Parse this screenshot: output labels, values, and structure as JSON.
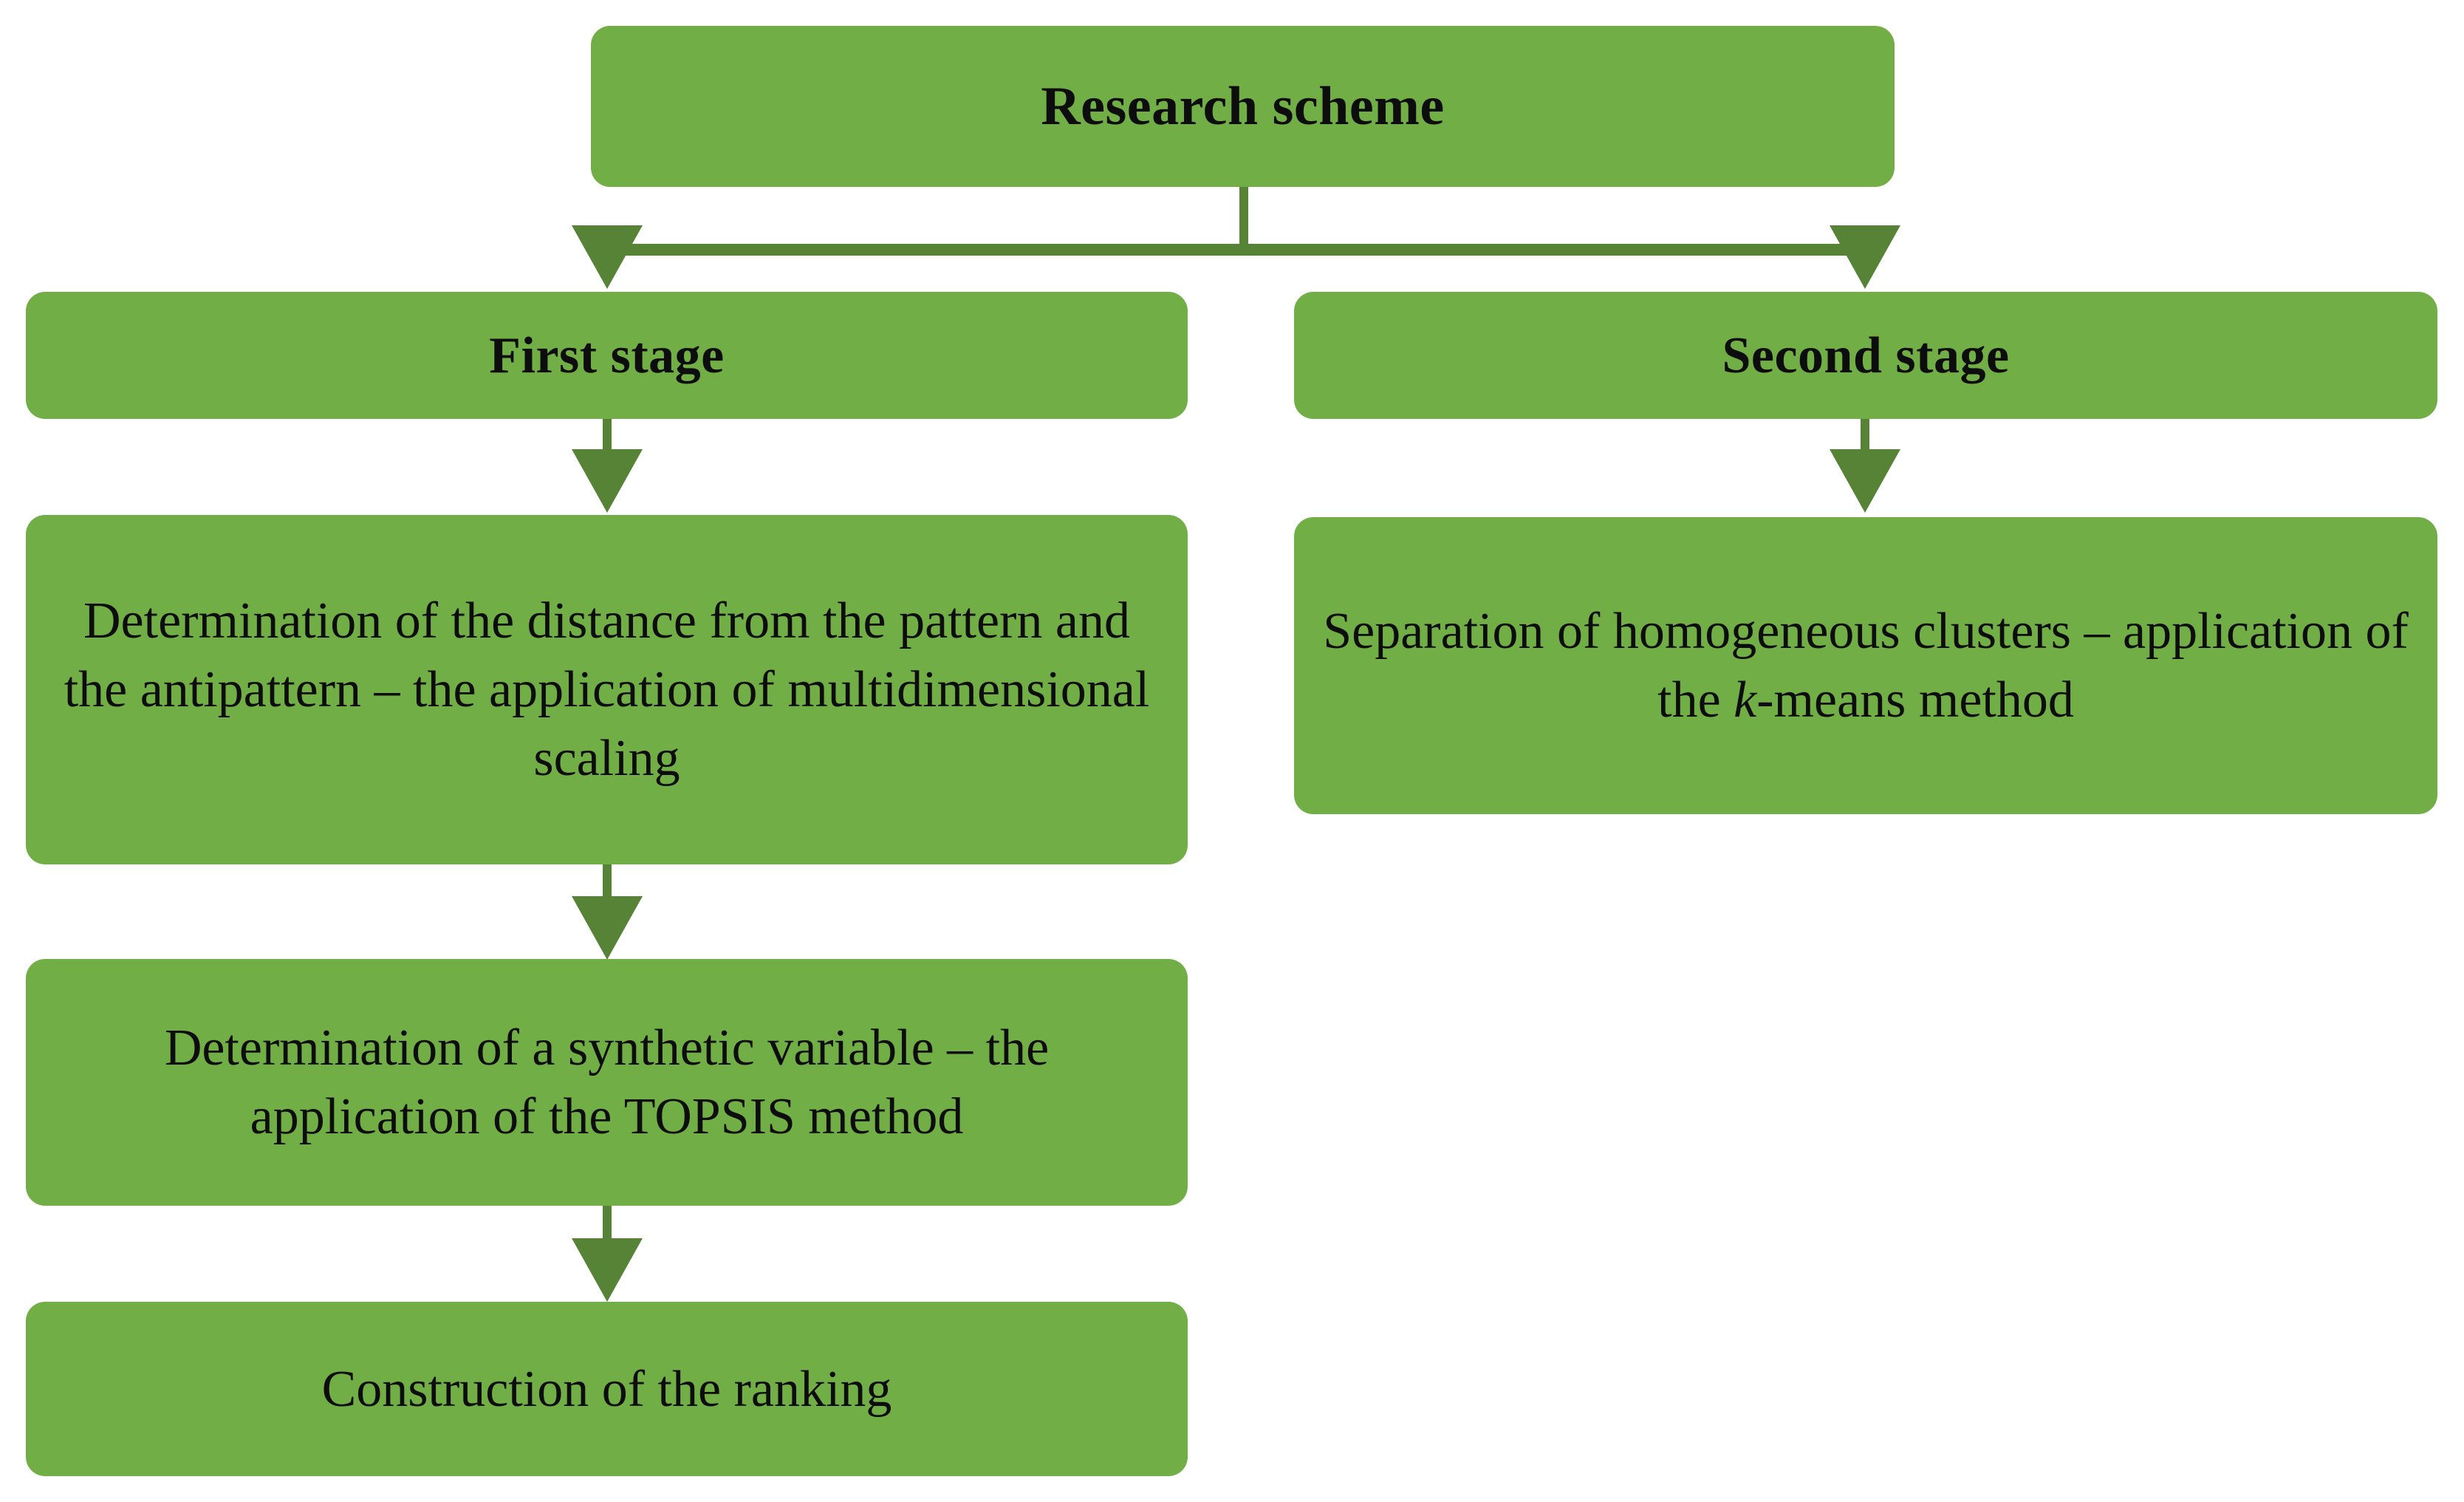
{
  "diagram": {
    "title": "Research scheme",
    "nodes": {
      "root": {
        "label": "Research scheme"
      },
      "stage_first": {
        "label": "First stage"
      },
      "stage_second": {
        "label": "Second stage"
      },
      "mds": {
        "label": "Determination of the distance from the pattern and the antipattern – the application of multidimensional scaling"
      },
      "clusters": {
        "label_before": "Separation of homogeneous clusters – application of the ",
        "label_italic": "k",
        "label_after": "-means method"
      },
      "topsis": {
        "label": "Determination of a synthetic variable – the application of the TOPSIS method"
      },
      "ranking": {
        "label": "Construction of the ranking"
      }
    },
    "edges": [
      {
        "from": "root",
        "to": "stage_first",
        "arrow": "down-arrow-icon"
      },
      {
        "from": "root",
        "to": "stage_second",
        "arrow": "down-arrow-icon"
      },
      {
        "from": "stage_first",
        "to": "mds",
        "arrow": "down-arrow-icon"
      },
      {
        "from": "stage_second",
        "to": "clusters",
        "arrow": "down-arrow-icon"
      },
      {
        "from": "mds",
        "to": "topsis",
        "arrow": "down-arrow-icon"
      },
      {
        "from": "topsis",
        "to": "ranking",
        "arrow": "down-arrow-icon"
      }
    ],
    "colors": {
      "node_fill": "#72AE46",
      "connector": "#578337",
      "text": "#0d0d0d",
      "background": "#ffffff"
    }
  }
}
